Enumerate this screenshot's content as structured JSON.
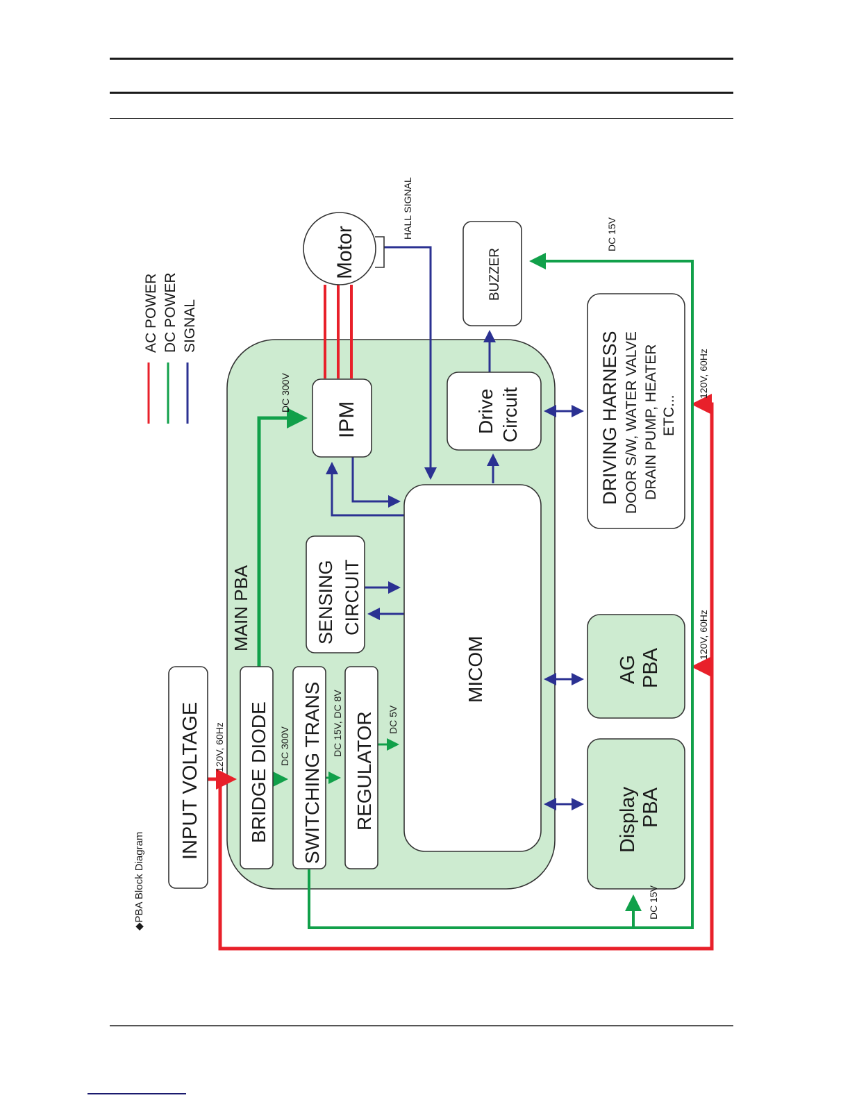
{
  "page": {
    "caption_bullet": "◆",
    "caption": "PBA Block Diagram"
  },
  "colors": {
    "ac_power": "#e8202a",
    "dc_power": "#11a04a",
    "signal": "#2b3192",
    "pba_fill": "#cdebd0"
  },
  "legend": {
    "items": [
      {
        "label": "AC POWER",
        "color": "#e8202a"
      },
      {
        "label": "DC POWER",
        "color": "#11a04a"
      },
      {
        "label": "SIGNAL",
        "color": "#2b3192"
      }
    ]
  },
  "blocks": {
    "input_voltage": "INPUT VOLTAGE",
    "main_pba": "MAIN PBA",
    "bridge_diode": "BRIDGE DIODE",
    "switching_trans": "SWITCHING TRANS",
    "regulator": "REGULATOR",
    "sensing_line1": "SENSING",
    "sensing_line2": "CIRCUIT",
    "ipm": "IPM",
    "motor": "Motor",
    "micom": "MICOM",
    "drive_line1": "Drive",
    "drive_line2": "Circuit",
    "buzzer": "BUZZER",
    "harness_title": "DRIVING HARNESS",
    "harness_line1": "DOOR S/W, WATER VALVE",
    "harness_line2": "DRAIN PUMP, HEATER",
    "harness_line3": "ETC...",
    "ag_line1": "AG",
    "ag_line2": "PBA",
    "display_line1": "Display",
    "display_line2": "PBA"
  },
  "labels": {
    "input_ac": "120V, 60Hz",
    "bridge_dc": "DC 300V",
    "switching_dc": "DC 15V, DC 8V",
    "regulator_dc": "DC 5V",
    "ipm_dc": "DC 300V",
    "hall_signal": "HALL SIGNAL",
    "buzzer_dc": "DC 15V",
    "harness_ac": "120V, 60Hz",
    "ag_ac": "120V, 60Hz",
    "display_dc": "DC 15V"
  }
}
